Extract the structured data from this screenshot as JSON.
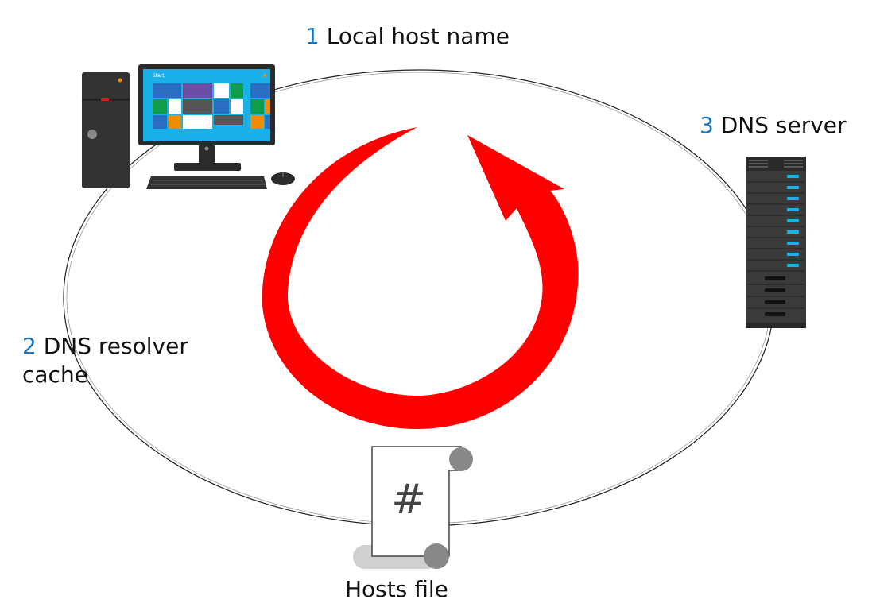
{
  "diagram": {
    "steps": [
      {
        "number": "1",
        "label": "Local host name"
      },
      {
        "number": "2",
        "label": "DNS resolver",
        "label_line2": "cache"
      },
      {
        "number": "3",
        "label": "DNS server"
      }
    ],
    "hosts_file": {
      "label": "Hosts file",
      "symbol": "#"
    },
    "monitor_screen": {
      "title": "Start"
    },
    "colors": {
      "arrow": "#ff0000",
      "number": "#1a75bc",
      "screen": "#1ab0e8",
      "server_led": "#1ab0e8"
    },
    "icons": [
      "desktop-computer-icon",
      "server-rack-icon",
      "scroll-file-icon",
      "cycle-arrow-icon"
    ]
  }
}
